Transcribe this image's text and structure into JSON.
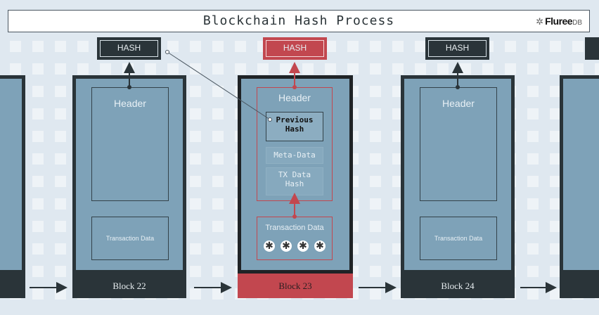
{
  "title": "Blockchain Hash Process",
  "logo": {
    "mark": "✲",
    "name": "Fluree",
    "sub": "DB"
  },
  "hash_label": "HASH",
  "header_label": "Header",
  "transaction_label": "Transaction Data",
  "blocks": [
    {
      "label": "Block 22"
    },
    {
      "label": "Block 23"
    },
    {
      "label": "Block 24"
    }
  ],
  "focus_block": {
    "previous_hash_line1": "Previous",
    "previous_hash_line2": "Hash",
    "meta_data": "Meta-Data",
    "tx_hash_line1": "TX Data",
    "tx_hash_line2": "Hash",
    "stars": [
      "✱",
      "✱",
      "✱",
      "✱"
    ]
  },
  "colors": {
    "accent": "#c2474f",
    "dark": "#2a3439",
    "block": "#7ea2b8",
    "background": "#dfe8f0"
  }
}
